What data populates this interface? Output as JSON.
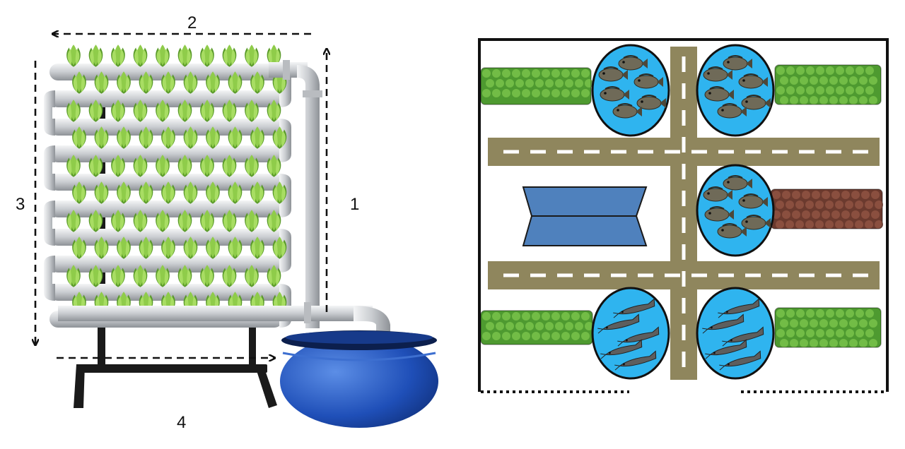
{
  "diagram": {
    "vertical_farm": {
      "flow_labels": [
        "1",
        "2",
        "3",
        "4"
      ],
      "tier_count": 5,
      "plants_per_row": 10
    },
    "site_layout": {
      "fish_ponds": [
        {
          "fish_type": "tilapia",
          "count": 6
        },
        {
          "fish_type": "tilapia",
          "count": 6
        },
        {
          "fish_type": "tilapia",
          "count": 6
        },
        {
          "fish_type": "catfish",
          "count": 5
        },
        {
          "fish_type": "catfish",
          "count": 5
        }
      ],
      "crop_beds": [
        {
          "crop": "green-lettuce"
        },
        {
          "crop": "green-lettuce"
        },
        {
          "crop": "red-lettuce"
        },
        {
          "crop": "green-lettuce"
        },
        {
          "crop": "green-lettuce"
        }
      ]
    }
  },
  "colors": {
    "pipe": "#c9ccd0",
    "pipe_shadow": "#8e9297",
    "leaf": "#8fcc4a",
    "leaf_dark": "#5a9a2a",
    "barrel": "#1f4fb8",
    "pond_water": "#2fb4ef",
    "road": "#8f865d",
    "road_mark": "#ffffff",
    "tank": "#4f81bd",
    "red_crop": "#6b3a2e",
    "green_crop": "#4e9a30"
  }
}
